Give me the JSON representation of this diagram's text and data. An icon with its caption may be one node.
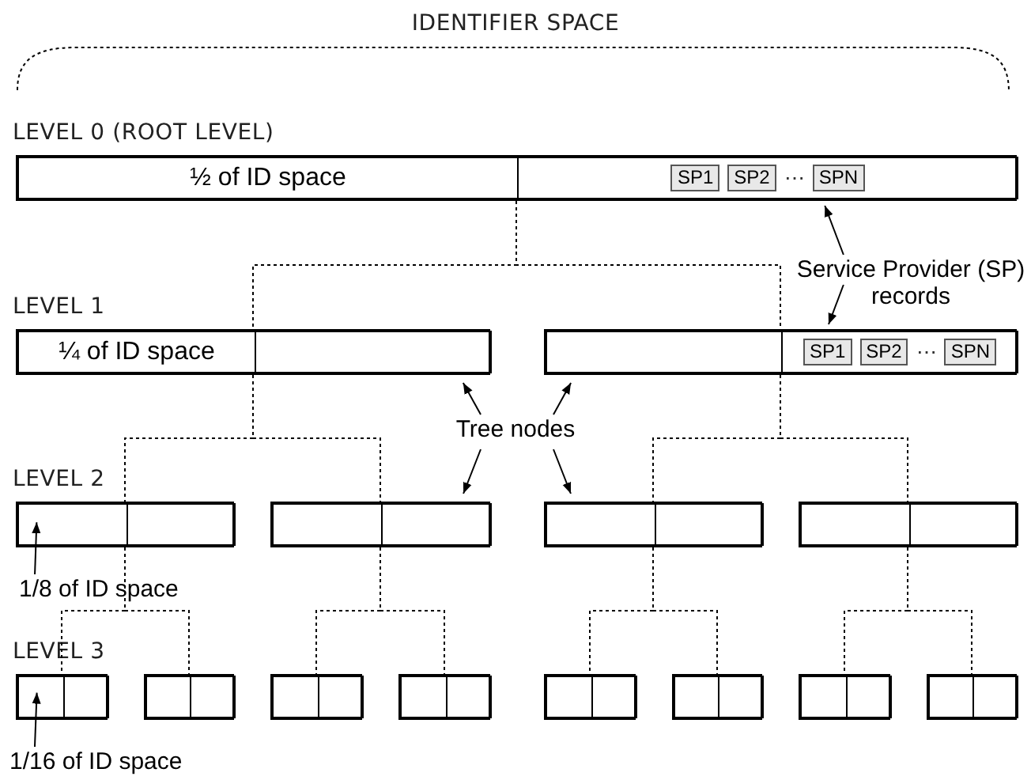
{
  "diagram": {
    "nodes": [
      {
        "text": [],
        "shape": "box"
      },
      {
        "text": [
          "½ of ID space"
        ],
        "in": 0
      },
      {
        "text": [
          "⋯"
        ],
        "in": 0
      },
      {
        "text": [
          "SP1"
        ],
        "in": 2
      },
      {
        "text": [
          "SP2"
        ],
        "in": 2
      },
      {
        "text": [
          "SPN"
        ],
        "in": 2
      },
      {
        "text": [
          "Service Provider (SP) records"
        ]
      },
      {
        "text": [],
        "shape": "box"
      },
      {
        "text": [
          "¼ of ID space"
        ],
        "in": 7
      },
      {
        "text": [],
        "shape": "box",
        "in": 7
      },
      {
        "text": [],
        "shape": "box"
      },
      {
        "text": [],
        "shape": "box",
        "in": 10
      },
      {
        "text": [
          "⋯"
        ],
        "in": 10
      },
      {
        "text": [
          "SP1"
        ],
        "in": 12
      },
      {
        "text": [
          "SP2"
        ],
        "in": 12
      },
      {
        "text": [
          "SPN"
        ],
        "in": 12
      },
      {
        "text": [
          "Tree nodes"
        ]
      },
      {
        "text": [],
        "shape": "box"
      },
      {
        "text": [],
        "shape": "box",
        "in": 17
      },
      {
        "text": [],
        "shape": "box",
        "in": 17
      },
      {
        "text": [],
        "shape": "box"
      },
      {
        "text": [],
        "shape": "box",
        "in": 20
      },
      {
        "text": [],
        "shape": "box",
        "in": 20
      },
      {
        "text": [],
        "shape": "box"
      },
      {
        "text": [],
        "shape": "box",
        "in": 23
      },
      {
        "text": [],
        "shape": "box",
        "in": 23
      },
      {
        "text": [],
        "shape": "box"
      },
      {
        "text": [],
        "shape": "box",
        "in": 26
      },
      {
        "text": [],
        "shape": "box",
        "in": 26
      },
      {
        "text": [
          "1/8 of ID space"
        ]
      },
      {
        "text": [],
        "shape": "box"
      },
      {
        "text": [],
        "shape": "box",
        "in": 30
      },
      {
        "text": [],
        "shape": "box",
        "in": 30
      },
      {
        "text": [],
        "shape": "box"
      },
      {
        "text": [],
        "shape": "box",
        "in": 33
      },
      {
        "text": [],
        "shape": "box",
        "in": 33
      },
      {
        "text": [],
        "shape": "box"
      },
      {
        "text": [],
        "shape": "box",
        "in": 36
      },
      {
        "text": [],
        "shape": "box",
        "in": 36
      },
      {
        "text": [],
        "shape": "box"
      },
      {
        "text": [],
        "shape": "box",
        "in": 39
      },
      {
        "text": [],
        "shape": "box",
        "in": 39
      },
      {
        "text": [],
        "shape": "box"
      },
      {
        "text": [],
        "shape": "box",
        "in": 42
      },
      {
        "text": [],
        "shape": "box",
        "in": 42
      },
      {
        "text": [],
        "shape": "box"
      },
      {
        "text": [],
        "shape": "box",
        "in": 45
      },
      {
        "text": [],
        "shape": "box",
        "in": 45
      },
      {
        "text": [],
        "shape": "box"
      },
      {
        "text": [],
        "shape": "box",
        "in": 48
      },
      {
        "text": [],
        "shape": "box",
        "in": 48
      },
      {
        "text": [],
        "shape": "box"
      },
      {
        "text": [],
        "shape": "box",
        "in": 51
      },
      {
        "text": [],
        "shape": "box",
        "in": 51
      },
      {
        "text": [
          "1/16 of ID space"
        ]
      }
    ],
    "edges": [
      {
        "from": 0,
        "to": 7,
        "arrow": "none",
        "style": "dashed"
      },
      {
        "from": 0,
        "to": 10,
        "arrow": "none",
        "style": "dashed"
      },
      {
        "from": 7,
        "to": 17,
        "arrow": "none",
        "style": "dashed"
      },
      {
        "from": 7,
        "to": 20,
        "arrow": "none",
        "style": "dashed"
      },
      {
        "from": 10,
        "to": 23,
        "arrow": "none",
        "style": "dashed"
      },
      {
        "from": 10,
        "to": 26,
        "arrow": "none",
        "style": "dashed"
      },
      {
        "from": 17,
        "to": 30,
        "arrow": "none",
        "style": "dashed"
      },
      {
        "from": 17,
        "to": 33,
        "arrow": "none",
        "style": "dashed"
      },
      {
        "from": 20,
        "to": 36,
        "arrow": "none",
        "style": "dashed"
      },
      {
        "from": 20,
        "to": 39,
        "arrow": "none",
        "style": "dashed"
      },
      {
        "from": 23,
        "to": 42,
        "arrow": "none",
        "style": "dashed"
      },
      {
        "from": 23,
        "to": 45,
        "arrow": "none",
        "style": "dashed"
      },
      {
        "from": 26,
        "to": 48,
        "arrow": "none",
        "style": "dashed"
      },
      {
        "from": 26,
        "to": 51,
        "arrow": "none",
        "style": "dashed"
      },
      {
        "from": 6,
        "to": 2,
        "arrow": "to"
      },
      {
        "from": 6,
        "to": 12,
        "arrow": "to"
      },
      {
        "from": 16,
        "to": 7,
        "arrow": "to"
      },
      {
        "from": 16,
        "to": 10,
        "arrow": "to"
      },
      {
        "from": 16,
        "to": 20,
        "arrow": "to"
      },
      {
        "from": 16,
        "to": 23,
        "arrow": "to"
      },
      {
        "from": 29,
        "to": 18,
        "arrow": "to"
      },
      {
        "from": 54,
        "to": 31,
        "arrow": "to"
      }
    ],
    "labels": [
      "IDENTIFIER SPACE",
      "LEVEL 0 (ROOT LEVEL)",
      "LEVEL 1",
      "LEVEL 2",
      "LEVEL 3"
    ]
  }
}
